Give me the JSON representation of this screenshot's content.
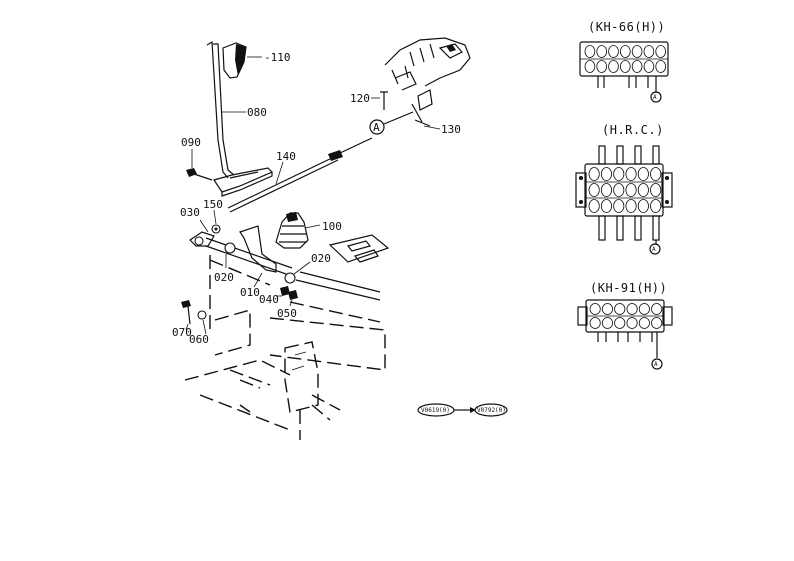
{
  "callouts": {
    "p110": "-110",
    "p080": "080",
    "p090": "090",
    "p140": "140",
    "p120": "120",
    "p130": "130",
    "pA": "A",
    "p030": "030",
    "p150": "150",
    "p100": "100",
    "p020a": "020",
    "p020b": "020",
    "p010": "010",
    "p040": "040",
    "p050": "050",
    "p070": "070",
    "p060": "060"
  },
  "variants": {
    "kh66": {
      "title": "(KH-66(H))",
      "marker": "A"
    },
    "hrc": {
      "title": "(H.R.C.)",
      "marker": "A"
    },
    "kh91": {
      "title": "(KH-91(H))",
      "marker": "A"
    }
  },
  "serials": {
    "from": "V0619(0)",
    "to": "V0792(0)"
  }
}
